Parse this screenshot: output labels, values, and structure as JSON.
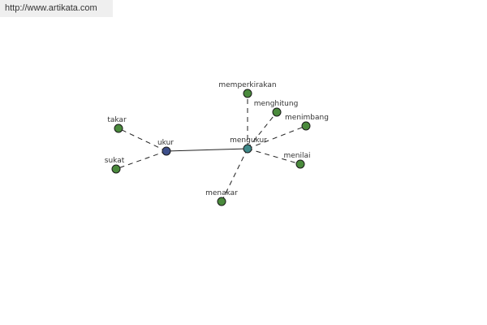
{
  "source_url": "http://www.artikata.com",
  "colors": {
    "word_node": "#4a8a3c",
    "root_node": "#3d4f8a",
    "center_node": "#3f8a8a",
    "edge": "#222222"
  },
  "nodes": [
    {
      "id": "ukur",
      "label": "ukur",
      "kind": "root"
    },
    {
      "id": "mengukur",
      "label": "mengukur",
      "kind": "center"
    },
    {
      "id": "takar",
      "label": "takar",
      "kind": "word"
    },
    {
      "id": "sukat",
      "label": "sukat",
      "kind": "word"
    },
    {
      "id": "memperkirakan",
      "label": "memperkirakan",
      "kind": "word"
    },
    {
      "id": "menghitung",
      "label": "menghitung",
      "kind": "word"
    },
    {
      "id": "menimbang",
      "label": "menimbang",
      "kind": "word"
    },
    {
      "id": "menilai",
      "label": "menilai",
      "kind": "word"
    },
    {
      "id": "menakar",
      "label": "menakar",
      "kind": "word"
    }
  ],
  "edges": [
    {
      "from": "ukur",
      "to": "mengukur",
      "style": "solid"
    },
    {
      "from": "ukur",
      "to": "takar",
      "style": "dashed"
    },
    {
      "from": "ukur",
      "to": "sukat",
      "style": "dashed"
    },
    {
      "from": "mengukur",
      "to": "memperkirakan",
      "style": "dashed"
    },
    {
      "from": "mengukur",
      "to": "menghitung",
      "style": "dashed"
    },
    {
      "from": "mengukur",
      "to": "menimbang",
      "style": "dashed"
    },
    {
      "from": "mengukur",
      "to": "menilai",
      "style": "dashed"
    },
    {
      "from": "mengukur",
      "to": "menakar",
      "style": "dashed"
    }
  ]
}
